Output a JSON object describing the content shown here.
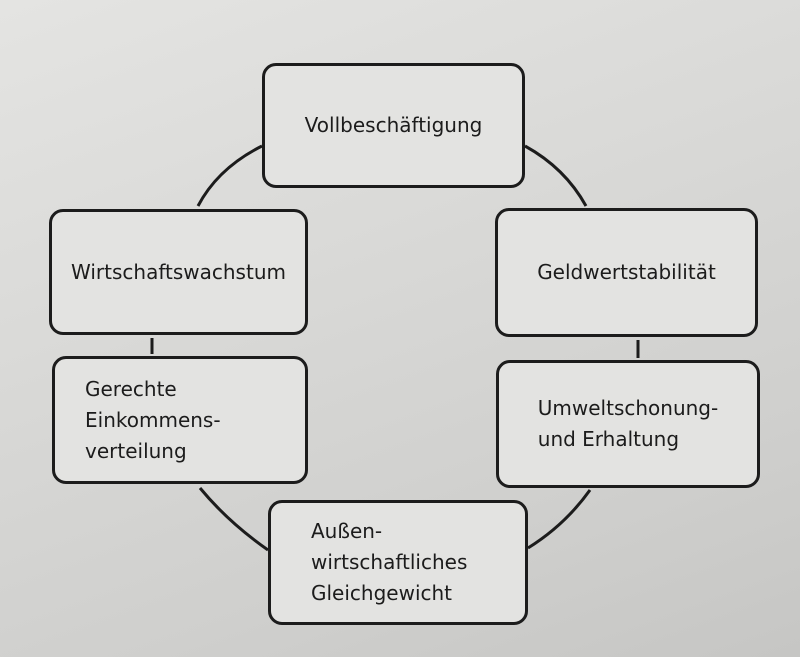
{
  "diagram": {
    "nodes": {
      "top": {
        "label": "Vollbeschäftigung"
      },
      "upper_left": {
        "label": "Wirtschaftswachstum"
      },
      "upper_right": {
        "label": "Geldwertstabilität"
      },
      "lower_left": {
        "lines": [
          "Gerechte",
          "Einkommens-",
          "verteilung"
        ]
      },
      "lower_right": {
        "lines": [
          "Umweltschonung-",
          "und Erhaltung"
        ]
      },
      "bottom": {
        "lines": [
          "Außen-",
          "wirtschaftliches",
          "Gleichgewicht"
        ]
      }
    },
    "colors": {
      "outline": "#1c1c1c",
      "box_fill": "#e3e3e1",
      "paper": "#d9d9d7"
    }
  }
}
